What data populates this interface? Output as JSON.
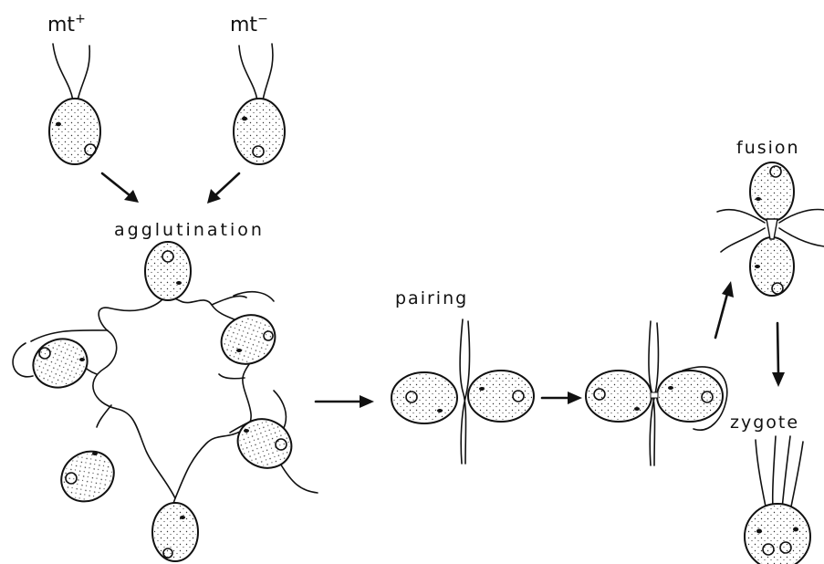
{
  "labels": {
    "mt_plus_base": "mt",
    "mt_plus_sup": "+",
    "mt_minus_base": "mt",
    "mt_minus_sup": "−",
    "agglutination": "agglutination",
    "pairing": "pairing",
    "fusion": "fusion",
    "zygote": "zygote"
  },
  "colors": {
    "ink": "#111111",
    "background": "#ffffff"
  }
}
